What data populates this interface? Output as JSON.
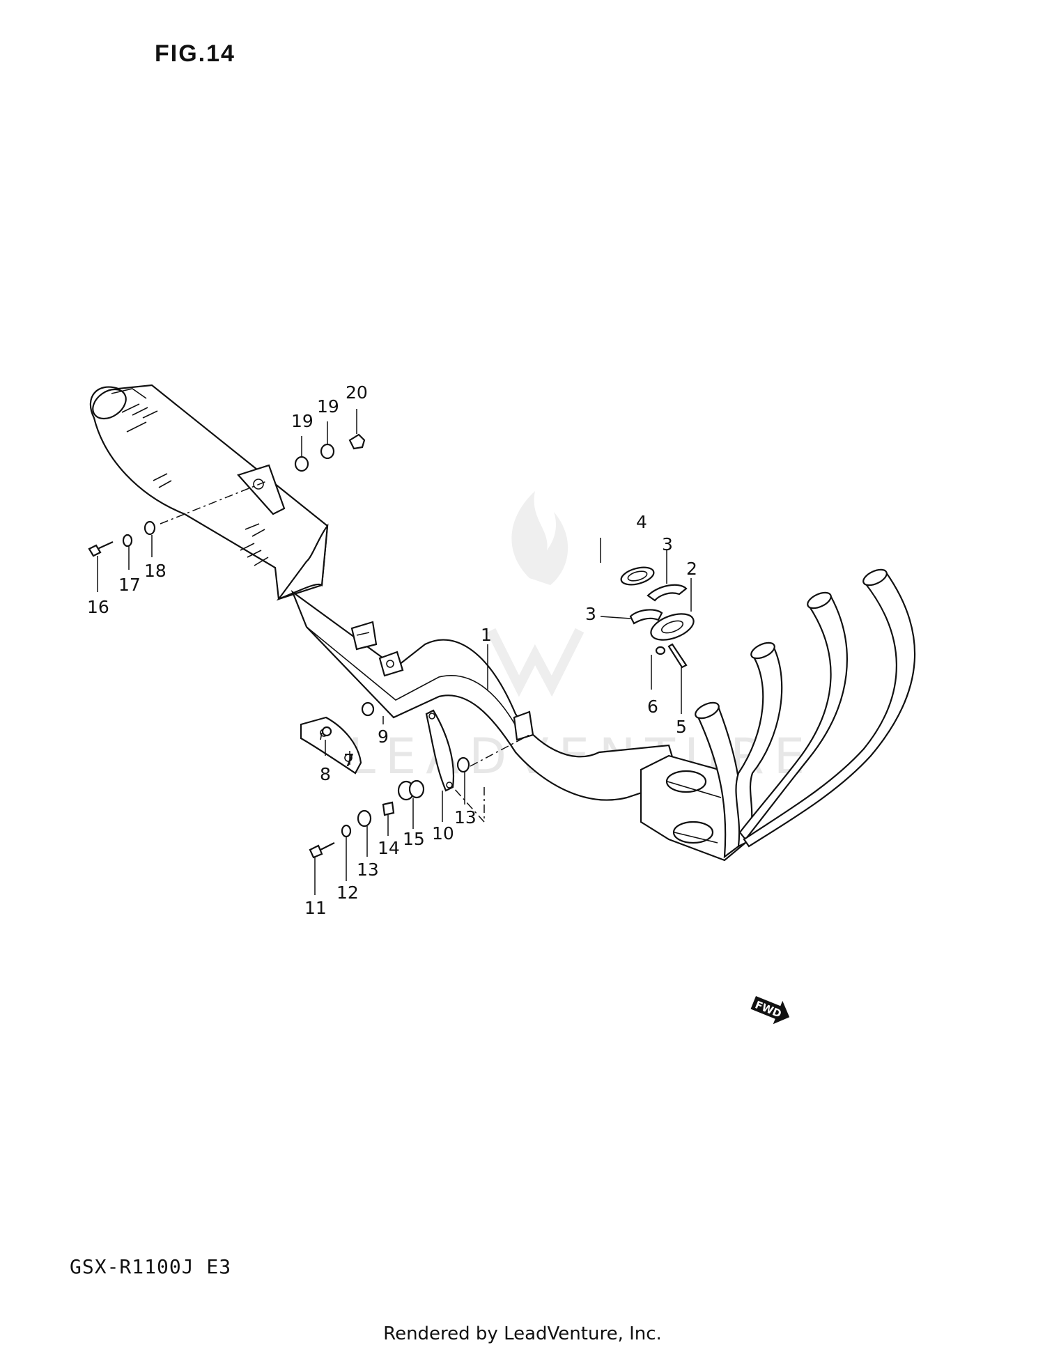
{
  "figure": {
    "title": "FIG.14"
  },
  "model_code": "GSX-R1100J E3",
  "footer": "Rendered by LeadVenture, Inc.",
  "watermark": "LEADVENTURE",
  "direction_arrow": {
    "label": "FWD"
  },
  "callouts": [
    {
      "id": "c1",
      "number": "1"
    },
    {
      "id": "c2",
      "number": "2"
    },
    {
      "id": "c3a",
      "number": "3"
    },
    {
      "id": "c3b",
      "number": "3"
    },
    {
      "id": "c4",
      "number": "4"
    },
    {
      "id": "c5",
      "number": "5"
    },
    {
      "id": "c6",
      "number": "6"
    },
    {
      "id": "c7",
      "number": "7"
    },
    {
      "id": "c8",
      "number": "8"
    },
    {
      "id": "c9",
      "number": "9"
    },
    {
      "id": "c10",
      "number": "10"
    },
    {
      "id": "c11",
      "number": "11"
    },
    {
      "id": "c12",
      "number": "12"
    },
    {
      "id": "c13a",
      "number": "13"
    },
    {
      "id": "c13b",
      "number": "13"
    },
    {
      "id": "c14",
      "number": "14"
    },
    {
      "id": "c15",
      "number": "15"
    },
    {
      "id": "c16",
      "number": "16"
    },
    {
      "id": "c17",
      "number": "17"
    },
    {
      "id": "c18",
      "number": "18"
    },
    {
      "id": "c19a",
      "number": "19"
    },
    {
      "id": "c19b",
      "number": "19"
    },
    {
      "id": "c20",
      "number": "20"
    }
  ]
}
